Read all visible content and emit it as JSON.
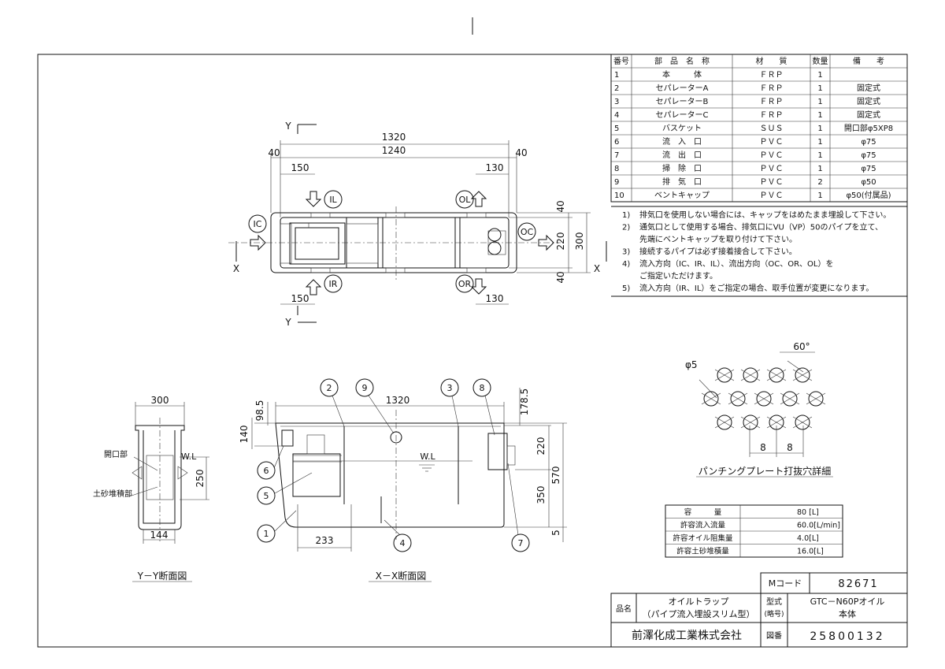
{
  "parts_table": {
    "headers": [
      "番号",
      "部　品　名　称",
      "材　　質",
      "数量",
      "備　　考"
    ],
    "rows": [
      [
        "1",
        "本　　　体",
        "ＦＲＰ",
        "1",
        ""
      ],
      [
        "2",
        "セパレーターA",
        "ＦＲＰ",
        "1",
        "固定式"
      ],
      [
        "3",
        "セパレーターB",
        "ＦＲＰ",
        "1",
        "固定式"
      ],
      [
        "4",
        "セパレーターC",
        "ＦＲＰ",
        "1",
        "固定式"
      ],
      [
        "5",
        "バスケット",
        "ＳＵＳ",
        "1",
        "開口部φ5XP8"
      ],
      [
        "6",
        "流　入　口",
        "ＰＶＣ",
        "1",
        "φ75"
      ],
      [
        "7",
        "流　出　口",
        "ＰＶＣ",
        "1",
        "φ75"
      ],
      [
        "8",
        "掃　除　口",
        "ＰＶＣ",
        "1",
        "φ75"
      ],
      [
        "9",
        "排　気　口",
        "ＰＶＣ",
        "2",
        "φ50"
      ],
      [
        "10",
        "ベントキャップ",
        "ＰＶＣ",
        "1",
        "φ50(付属品)"
      ]
    ]
  },
  "notes": [
    {
      "num": "1)",
      "text": "排気口を使用しない場合には、キャップをはめたまま埋設して下さい。"
    },
    {
      "num": "2)",
      "text": "通気口として使用する場合、排気口にVU（VP）50のパイプを立て、"
    },
    {
      "num": "",
      "text": "先端にベントキャップを取り付けて下さい。"
    },
    {
      "num": "3)",
      "text": "接続するパイプは必ず接着接合して下さい。"
    },
    {
      "num": "4)",
      "text": "流入方向（IC、IR、IL）、流出方向（OC、OR、OL）を"
    },
    {
      "num": "",
      "text": "ご指定いただけます。"
    },
    {
      "num": "5)",
      "text": "流入方向（IR、IL）をご指定の場合、取手位置が変更になります。"
    }
  ],
  "plan": {
    "dims": {
      "total": "1320",
      "inner": "1240",
      "left": "40",
      "right": "40",
      "il": "150",
      "ol": "130",
      "ir": "150",
      "or": "130",
      "top": "40",
      "mid": "220",
      "bottom": "40",
      "height": "300"
    },
    "labels": {
      "ic": "IC",
      "oc": "OC",
      "il": "IL",
      "ir": "IR",
      "ol": "OL",
      "or": "OR",
      "y": "Y",
      "x": "X"
    }
  },
  "punch": {
    "title": "パンチングプレート打抜穴詳細",
    "hole": "φ5",
    "angle": "60°",
    "pitch1": "8",
    "pitch2": "8"
  },
  "capacity": [
    [
      "容　　　量",
      "80  [L]"
    ],
    [
      "許容流入流量",
      "60.0[L/min]"
    ],
    [
      "許容オイル阻集量",
      "4.0[L]"
    ],
    [
      "許容土砂堆積量",
      "16.0[L]"
    ]
  ],
  "yy": {
    "title": "Y－Y断面図",
    "width": "300",
    "bottom": "144",
    "wl": "W.L",
    "h250": "250",
    "opening": "開口部",
    "sediment": "土砂堆積部"
  },
  "xx": {
    "title": "X－X断面図",
    "length": "1320",
    "d985": "98.5",
    "d140": "140",
    "d1785": "178.5",
    "d220": "220",
    "d350": "350",
    "d570": "570",
    "d5": "5",
    "d233": "233",
    "wl": "W.L"
  },
  "callouts": [
    "1",
    "2",
    "3",
    "4",
    "5",
    "6",
    "7",
    "8",
    "9"
  ],
  "title_block": {
    "mcode_label": "Mコード",
    "mcode": "82671",
    "name_label": "品名",
    "name1": "オイルトラップ",
    "name2": "（パイプ流入埋設スリム型）",
    "model_label1": "型式",
    "model_label2": "(略号)",
    "model1": "GTC－N60Pオイル",
    "model2": "本体",
    "company": "前澤化成工業株式会社",
    "drawing_label": "図番",
    "drawing": "25800132"
  }
}
